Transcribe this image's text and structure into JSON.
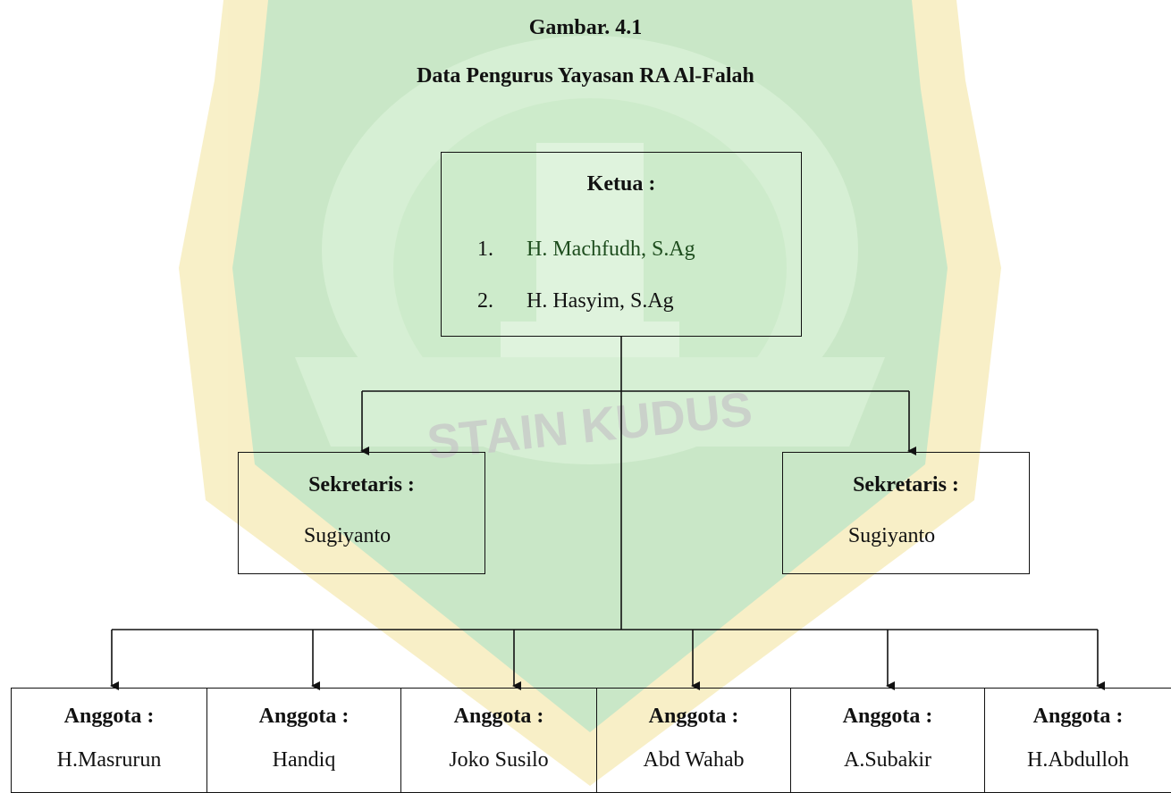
{
  "figure": {
    "caption_number": "Gambar. 4.1",
    "caption_title": "Data Pengurus Yayasan RA Al-Falah"
  },
  "chair": {
    "title": "Ketua :",
    "members": [
      {
        "number": "1.",
        "name": "H. Machfudh, S.Ag"
      },
      {
        "number": "2.",
        "name": "H. Hasyim, S.Ag"
      }
    ]
  },
  "secretaries": [
    {
      "title": "Sekretaris  :",
      "name": "Sugiyanto"
    },
    {
      "title": "Sekretaris  :",
      "name": "Sugiyanto"
    }
  ],
  "members": [
    {
      "title": "Anggota :",
      "name": "H.Masrurun"
    },
    {
      "title": "Anggota :",
      "name": "Handiq"
    },
    {
      "title": "Anggota :",
      "name": "Joko Susilo"
    },
    {
      "title": "Anggota :",
      "name": "Abd Wahab"
    },
    {
      "title": "Anggota :",
      "name": "A.Subakir"
    },
    {
      "title": "Anggota :",
      "name": "H.Abdulloh"
    }
  ],
  "watermark_text": "STAIN KUDUS",
  "colors": {
    "watermark_green": "#8fd18a",
    "watermark_yellow": "#f3e39a",
    "line": "#111111"
  }
}
